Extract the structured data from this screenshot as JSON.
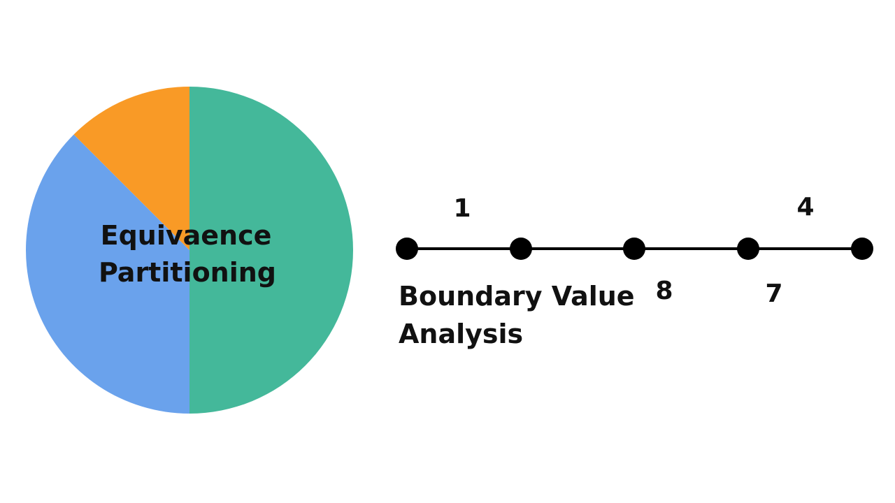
{
  "pie": {
    "label_lines": [
      "Equivaence",
      "Partitioning"
    ],
    "slices": [
      {
        "share": 0.5,
        "color": "#44B89A"
      },
      {
        "share": 0.375,
        "color": "#6AA2EC"
      },
      {
        "share": 0.125,
        "color": "#F99A26"
      }
    ]
  },
  "number_line": {
    "point_count": 5,
    "line_color": "#000000",
    "above_labels": [
      "1",
      "4"
    ],
    "below_labels": [
      "8",
      "7"
    ]
  },
  "bva_label_lines": [
    "Boundary Value",
    "Analysis"
  ]
}
